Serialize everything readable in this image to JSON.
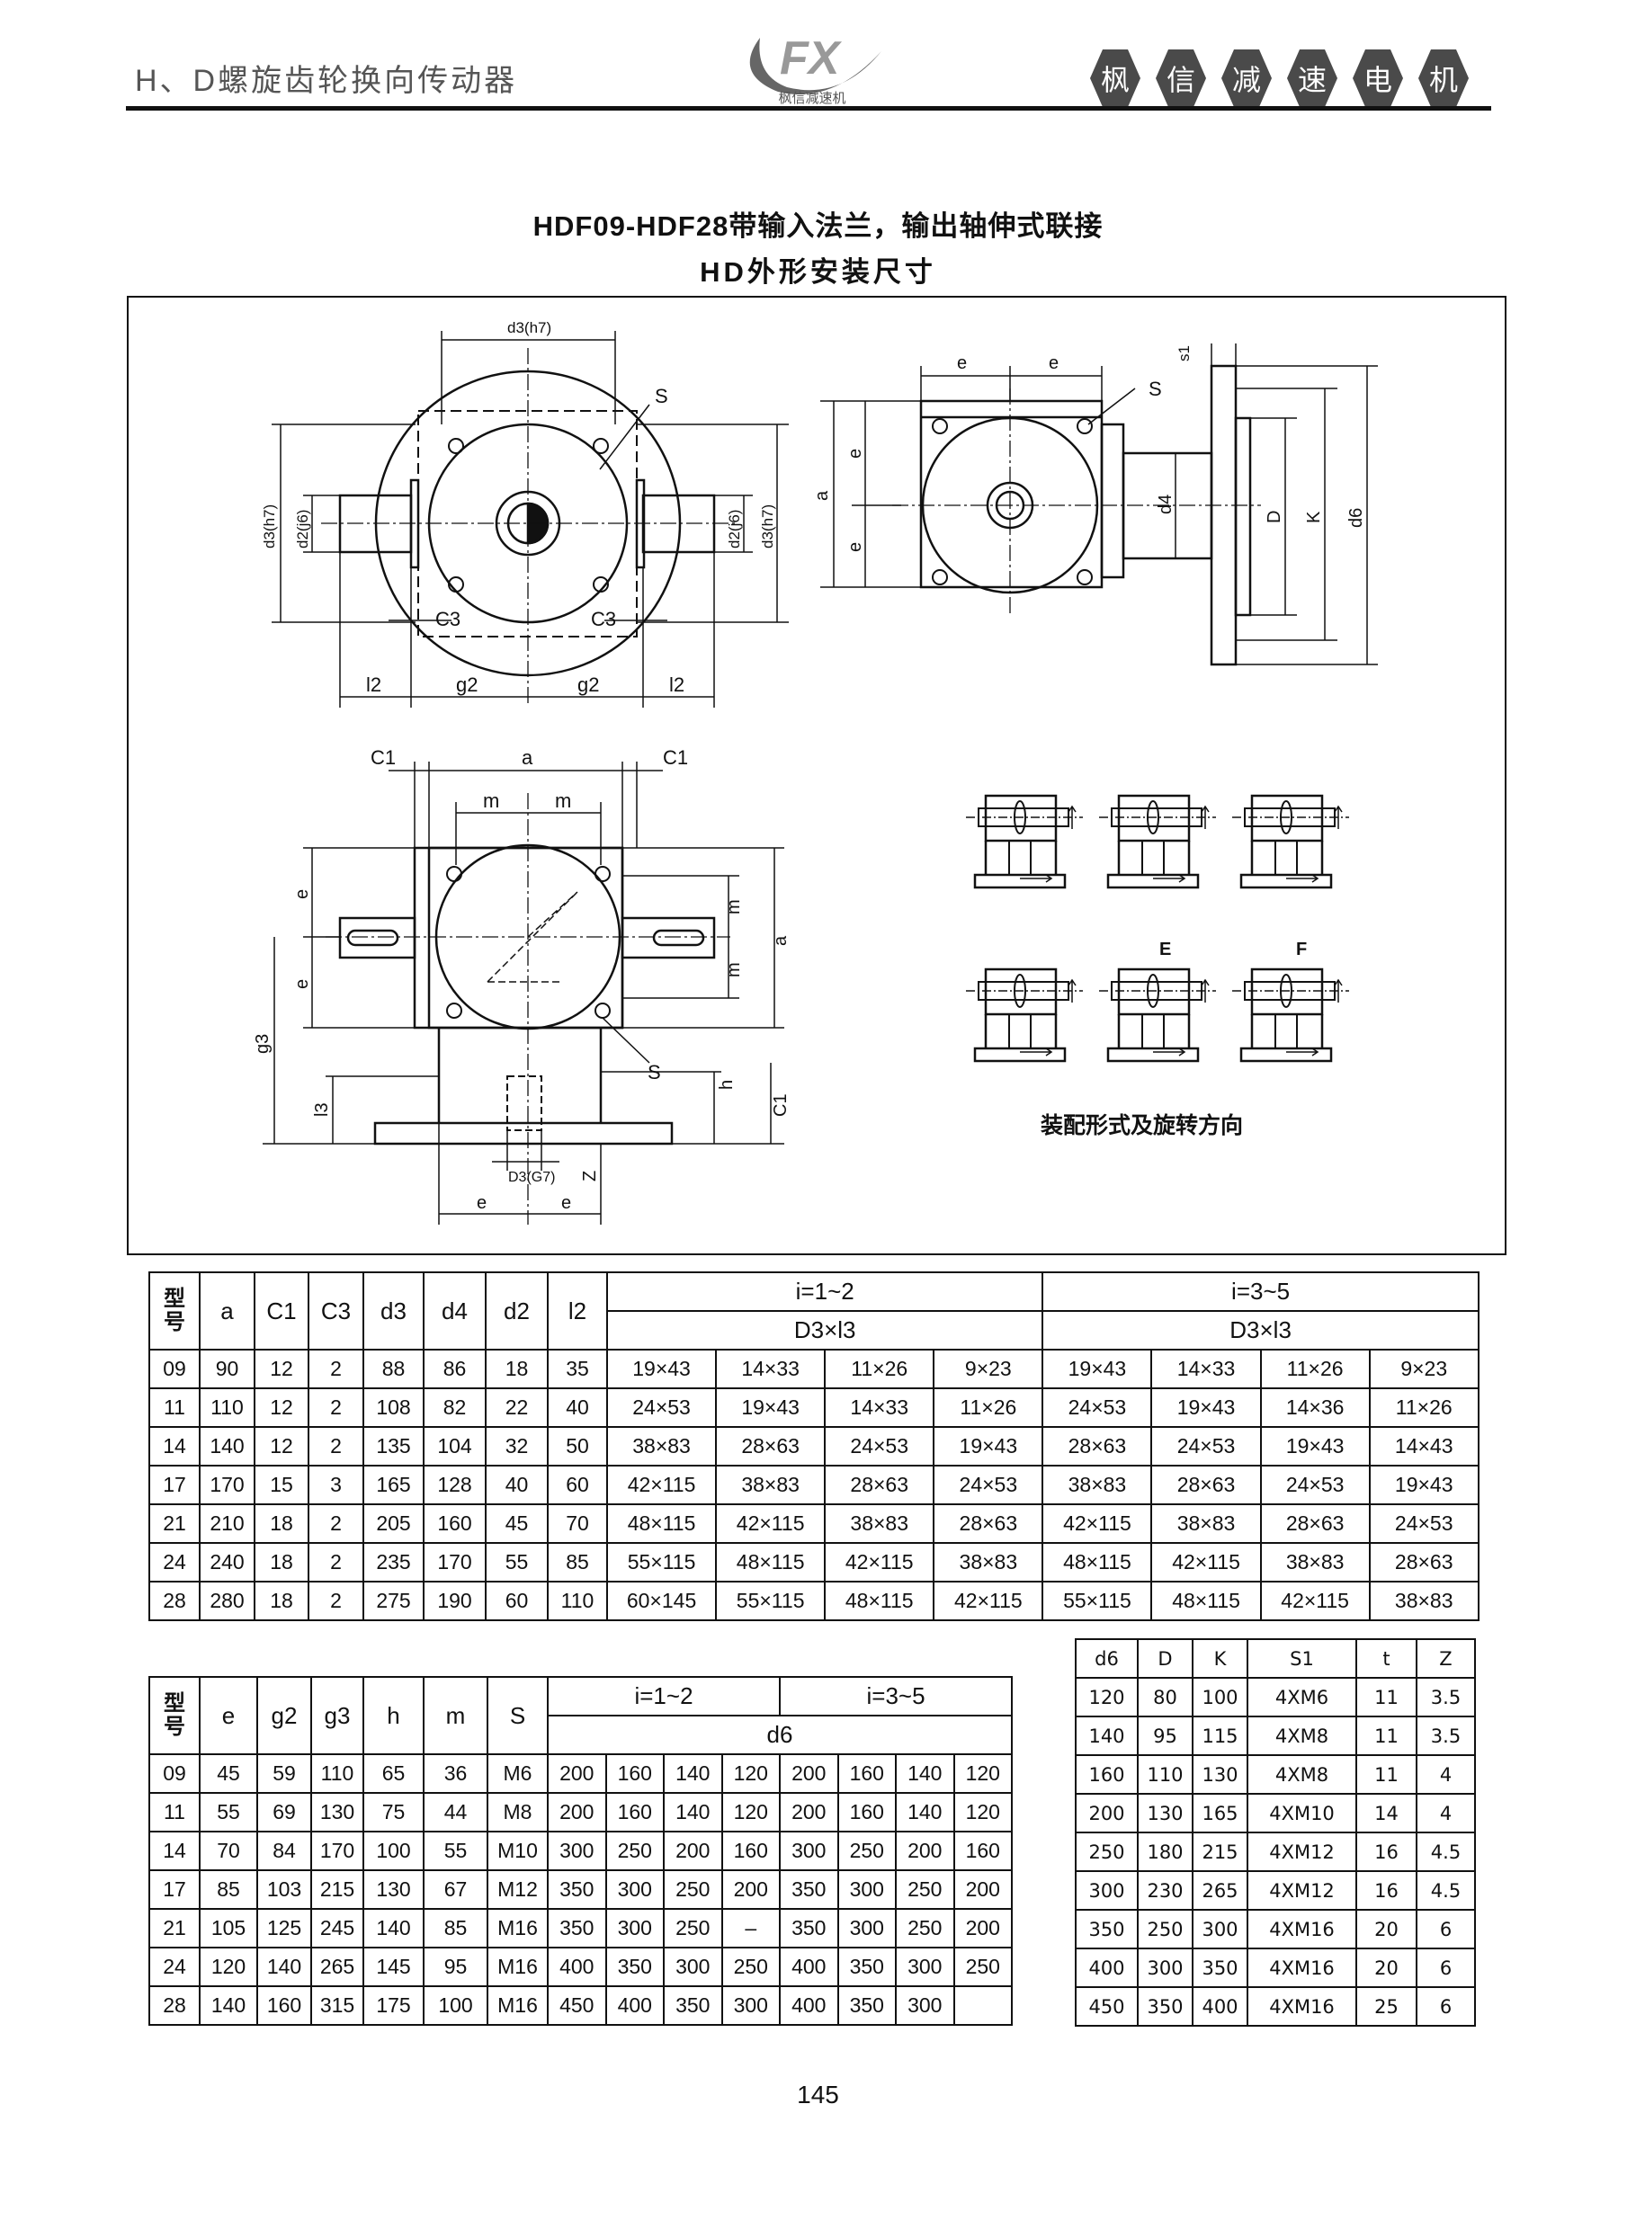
{
  "header": {
    "section_title": "H、D螺旋齿轮换向传动器",
    "logo_text": "FX",
    "logo_caption": "枫信减速机",
    "brand_chars": [
      "枫",
      "信",
      "减",
      "速",
      "电",
      "机"
    ]
  },
  "title": {
    "line1": "HDF09-HDF28带输入法兰，输出轴伸式联接",
    "line2": "HD外形安装尺寸"
  },
  "drawing": {
    "view1_labels": [
      "d3(h7)",
      "S",
      "d3(h7)",
      "d2(j6)",
      "d2(j6)",
      "d3(h7)",
      "C3",
      "C3",
      "l2",
      "g2",
      "g2",
      "l2"
    ],
    "view2_labels": [
      "e",
      "e",
      "S",
      "s1",
      "a",
      "e",
      "e",
      "d4",
      "D",
      "K",
      "d6"
    ],
    "view3_labels": [
      "C1",
      "a",
      "C1",
      "m",
      "m",
      "e",
      "e",
      "m",
      "m",
      "a",
      "g3",
      "l3",
      "S",
      "h",
      "C1",
      "D3(G7)",
      "Z",
      "e",
      "e"
    ],
    "assembly": {
      "label_e": "E",
      "label_f": "F",
      "caption": "装配形式及旋转方向"
    }
  },
  "table1": {
    "model_header": "型号",
    "columns": [
      "a",
      "C1",
      "C3",
      "d3",
      "d4",
      "d2",
      "l2"
    ],
    "group1": "i=1~2",
    "group2": "i=3~5",
    "sub1": "D3×l3",
    "sub2": "D3×l3",
    "rows": [
      [
        "09",
        "90",
        "12",
        "2",
        "88",
        "86",
        "18",
        "35",
        "19×43",
        "14×33",
        "11×26",
        "9×23",
        "19×43",
        "14×33",
        "11×26",
        "9×23"
      ],
      [
        "11",
        "110",
        "12",
        "2",
        "108",
        "82",
        "22",
        "40",
        "24×53",
        "19×43",
        "14×33",
        "11×26",
        "24×53",
        "19×43",
        "14×36",
        "11×26"
      ],
      [
        "14",
        "140",
        "12",
        "2",
        "135",
        "104",
        "32",
        "50",
        "38×83",
        "28×63",
        "24×53",
        "19×43",
        "28×63",
        "24×53",
        "19×43",
        "14×43"
      ],
      [
        "17",
        "170",
        "15",
        "3",
        "165",
        "128",
        "40",
        "60",
        "42×115",
        "38×83",
        "28×63",
        "24×53",
        "38×83",
        "28×63",
        "24×53",
        "19×43"
      ],
      [
        "21",
        "210",
        "18",
        "2",
        "205",
        "160",
        "45",
        "70",
        "48×115",
        "42×115",
        "38×83",
        "28×63",
        "42×115",
        "38×83",
        "28×63",
        "24×53"
      ],
      [
        "24",
        "240",
        "18",
        "2",
        "235",
        "170",
        "55",
        "85",
        "55×115",
        "48×115",
        "42×115",
        "38×83",
        "48×115",
        "42×115",
        "38×83",
        "28×63"
      ],
      [
        "28",
        "280",
        "18",
        "2",
        "275",
        "190",
        "60",
        "110",
        "60×145",
        "55×115",
        "48×115",
        "42×115",
        "55×115",
        "48×115",
        "42×115",
        "38×83"
      ]
    ]
  },
  "table2": {
    "model_header": "型号",
    "columns": [
      "e",
      "g2",
      "g3",
      "h",
      "m",
      "S"
    ],
    "group1": "i=1~2",
    "group2": "i=3~5",
    "sub": "d6",
    "rows": [
      [
        "09",
        "45",
        "59",
        "110",
        "65",
        "36",
        "M6",
        "200",
        "160",
        "140",
        "120",
        "200",
        "160",
        "140",
        "120"
      ],
      [
        "11",
        "55",
        "69",
        "130",
        "75",
        "44",
        "M8",
        "200",
        "160",
        "140",
        "120",
        "200",
        "160",
        "140",
        "120"
      ],
      [
        "14",
        "70",
        "84",
        "170",
        "100",
        "55",
        "M10",
        "300",
        "250",
        "200",
        "160",
        "300",
        "250",
        "200",
        "160"
      ],
      [
        "17",
        "85",
        "103",
        "215",
        "130",
        "67",
        "M12",
        "350",
        "300",
        "250",
        "200",
        "350",
        "300",
        "250",
        "200"
      ],
      [
        "21",
        "105",
        "125",
        "245",
        "140",
        "85",
        "M16",
        "350",
        "300",
        "250",
        "–",
        "350",
        "300",
        "250",
        "200"
      ],
      [
        "24",
        "120",
        "140",
        "265",
        "145",
        "95",
        "M16",
        "400",
        "350",
        "300",
        "250",
        "400",
        "350",
        "300",
        "250"
      ],
      [
        "28",
        "140",
        "160",
        "315",
        "175",
        "100",
        "M16",
        "450",
        "400",
        "350",
        "300",
        "400",
        "350",
        "300",
        ""
      ]
    ]
  },
  "table3": {
    "columns": [
      "d6",
      "D",
      "K",
      "S1",
      "t",
      "Z"
    ],
    "rows": [
      [
        "120",
        "80",
        "100",
        "4XM6",
        "11",
        "3.5"
      ],
      [
        "140",
        "95",
        "115",
        "4XM8",
        "11",
        "3.5"
      ],
      [
        "160",
        "110",
        "130",
        "4XM8",
        "11",
        "4"
      ],
      [
        "200",
        "130",
        "165",
        "4XM10",
        "14",
        "4"
      ],
      [
        "250",
        "180",
        "215",
        "4XM12",
        "16",
        "4.5"
      ],
      [
        "300",
        "230",
        "265",
        "4XM12",
        "16",
        "4.5"
      ],
      [
        "350",
        "250",
        "300",
        "4XM16",
        "20",
        "6"
      ],
      [
        "400",
        "300",
        "350",
        "4XM16",
        "20",
        "6"
      ],
      [
        "450",
        "350",
        "400",
        "4XM16",
        "25",
        "6"
      ]
    ]
  },
  "page_number": "145"
}
